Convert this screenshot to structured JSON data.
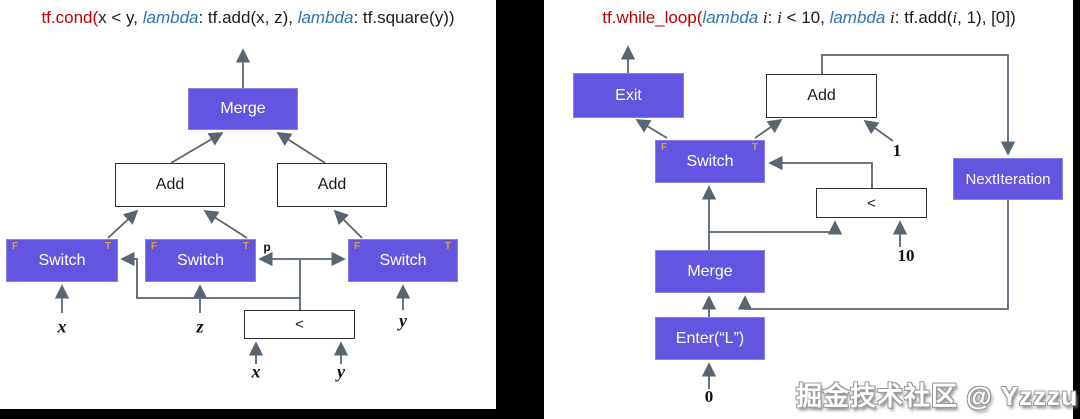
{
  "left": {
    "title": {
      "s1": "tf.cond(",
      "s2": "x < y, ",
      "s3": "lambda",
      "s4": ": tf.add(x, z), ",
      "s5": "lambda",
      "s6": ": tf.square(y))"
    },
    "nodes": {
      "merge": "Merge",
      "add_left": "Add",
      "add_right": "Add",
      "switch1": "Switch",
      "switch2": "Switch",
      "switch3": "Switch",
      "less": "<"
    },
    "ports": {
      "false": "F",
      "true": "T",
      "pred": "p"
    },
    "labels": {
      "x_in": "x",
      "z_in": "z",
      "y_in": "y",
      "x_cmp": "x",
      "y_cmp": "y"
    }
  },
  "right": {
    "title": {
      "s1": "tf.while_loop(",
      "s2": "lambda ",
      "s3": "i",
      "s4": ": ",
      "s5": "i",
      "s6": " < 10, ",
      "s7": "lambda ",
      "s8": "i",
      "s9": ": tf.add(",
      "s10": "i",
      "s11": ", 1), [0])"
    },
    "nodes": {
      "exit": "Exit",
      "add": "Add",
      "switch": "Switch",
      "next_iteration": "NextIteration",
      "less": "<",
      "merge": "Merge",
      "enter": "Enter(“L”)"
    },
    "ports": {
      "false": "F",
      "true": "T"
    },
    "labels": {
      "one": "1",
      "ten": "10",
      "zero": "0"
    }
  },
  "watermark": {
    "text": "掘金技术社区 @ Yzzzu"
  },
  "colors": {
    "node_purple": "#6355DF",
    "node_border": "#8A7EEC",
    "port_gold": "#DBA437",
    "edge_gray": "#5A6572",
    "title_red": "#C00000",
    "title_blue": "#2E74B5"
  }
}
